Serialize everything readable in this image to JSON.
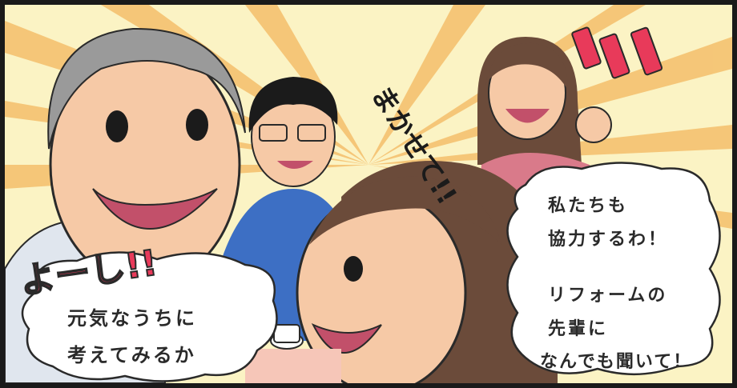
{
  "panel": {
    "sfx_yoshi": "よーし!!",
    "sfx_makasete": "まかせて!!",
    "bubble_left": {
      "line1": "元気なうちに",
      "line2": "考えてみるか"
    },
    "bubble_right": {
      "line1": "私たちも",
      "line2": "協力するわ！",
      "line3": "リフォームの",
      "line4": "先輩に",
      "line5": "なんでも聞いて！"
    }
  },
  "colors": {
    "background": "#fbf3c4",
    "burst": "#f4c070",
    "sfx_red": "#e83a5a",
    "skin": "#f6c9a6",
    "grandpa_hair": "#9a9a9a",
    "son_shirt": "#3d6fc4",
    "woman_hair": "#6b4b3a",
    "daughter_shirt": "#d97a8a",
    "table_cloth": "#f6c6b8"
  }
}
